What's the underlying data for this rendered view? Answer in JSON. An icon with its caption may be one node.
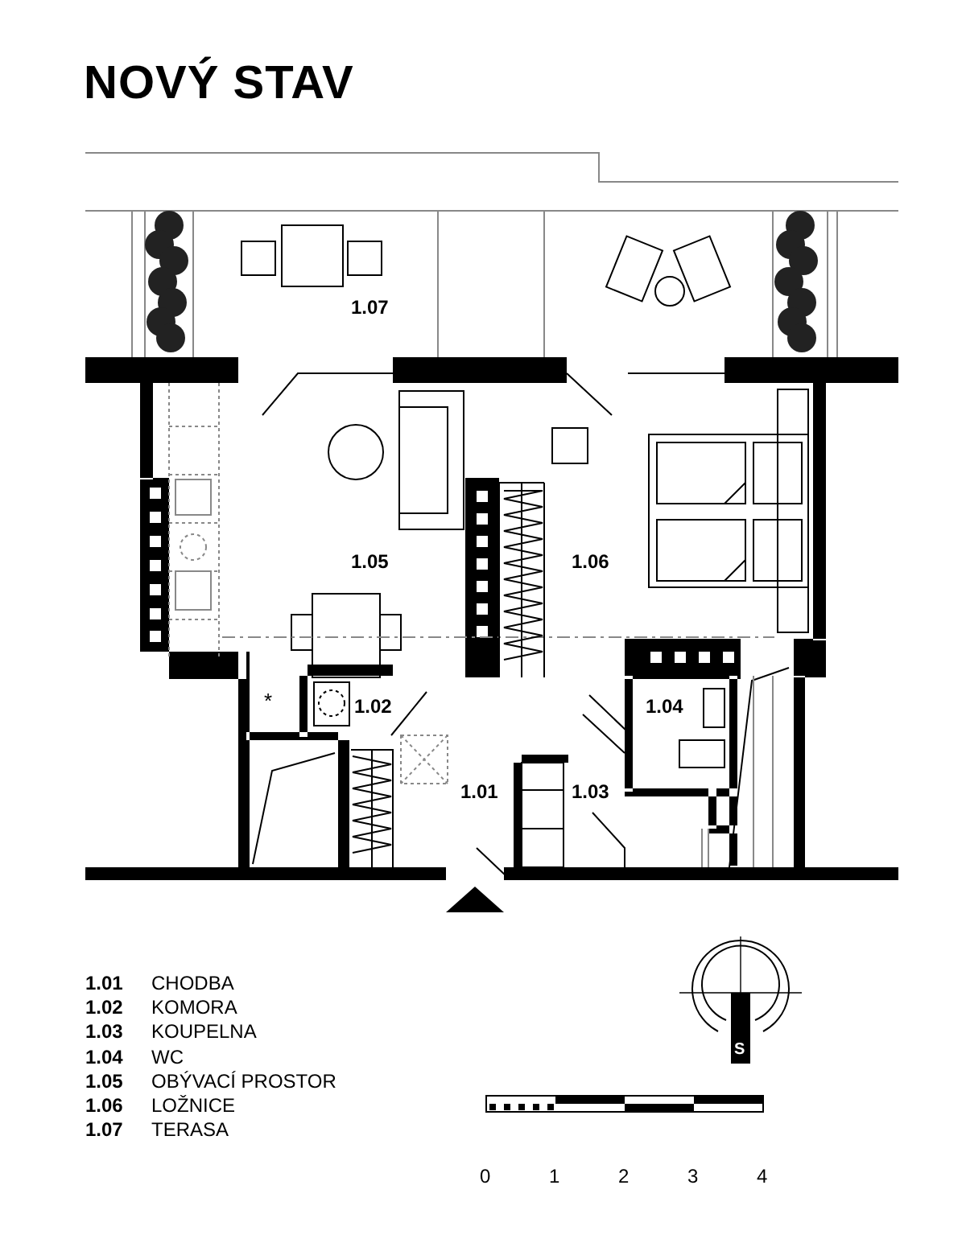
{
  "diagram": {
    "title": "NOVÝ STAV",
    "labels": [
      "1.07",
      "1.05",
      "1.06",
      "*",
      "1.02",
      "1.04",
      "1.01",
      "1.03",
      "1.01",
      "CHODBA",
      "1.02",
      "KOMORA",
      "1.03",
      "KOUPELNA",
      "1.04",
      "WC",
      "1.05",
      "OBÝVACÍ PROSTOR",
      "1.06",
      "LOŽNICE",
      "1.07",
      "TERASA",
      "S",
      "0",
      "1",
      "2",
      "3",
      "4"
    ]
  }
}
